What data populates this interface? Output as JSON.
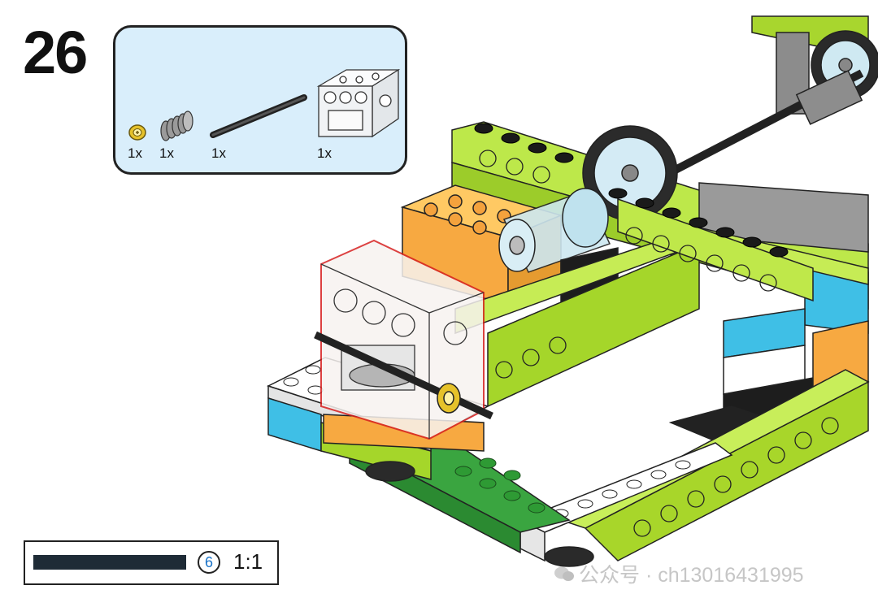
{
  "step": {
    "number": "26"
  },
  "parts": [
    {
      "icon": "yellow-bush-icon",
      "qty": "1x"
    },
    {
      "icon": "worm-gear-icon",
      "qty": "1x"
    },
    {
      "icon": "axle-icon",
      "qty": "1x"
    },
    {
      "icon": "gear-box-icon",
      "qty": "1x"
    }
  ],
  "scale": {
    "label": "6",
    "ratio": "1:1"
  },
  "watermark": {
    "text": "公众号 · ch13016431995"
  },
  "colors": {
    "panel": "#d9eefb",
    "lime": "#a5d62a",
    "orange": "#f8b24a",
    "green": "#3a9a3e",
    "azure": "#4fc3e8",
    "highlight": "#d62020"
  }
}
